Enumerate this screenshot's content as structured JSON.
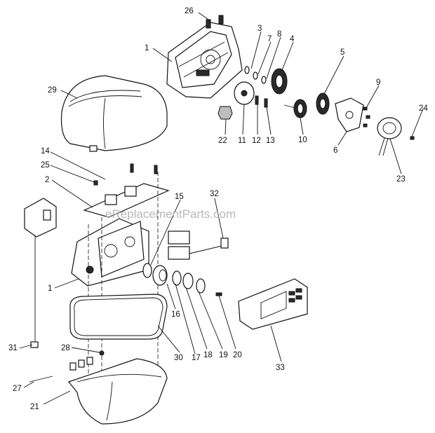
{
  "watermark": "eReplacementParts.com",
  "callouts": [
    "26",
    "3",
    "7",
    "8",
    "4",
    "5",
    "9",
    "24",
    "1",
    "29",
    "22",
    "11",
    "12",
    "13",
    "10",
    "6",
    "23",
    "14",
    "25",
    "2",
    "15",
    "32",
    "1",
    "16",
    "17",
    "18",
    "19",
    "20",
    "30",
    "31",
    "28",
    "27",
    "21",
    "33"
  ]
}
